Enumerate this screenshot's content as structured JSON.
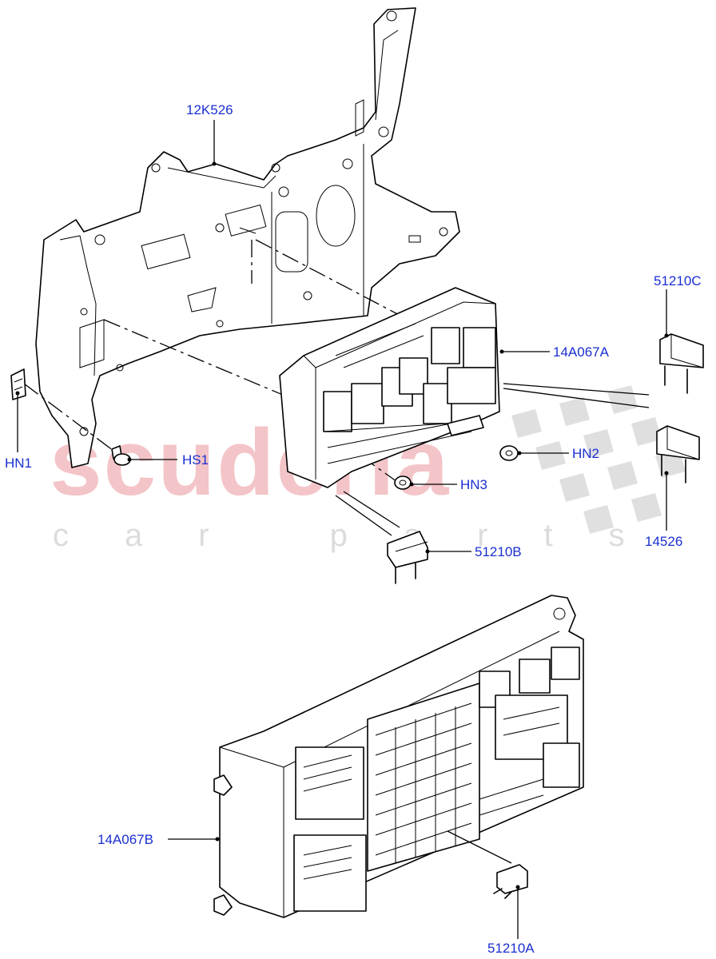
{
  "watermark": {
    "brand": "scuderia",
    "tagline": "car parts",
    "brand_color": "#f3c4c8",
    "check_color": "#d8d8d8"
  },
  "label_color": "#1a2fd0",
  "labels": {
    "bracket": "12K526",
    "fuse_box_upper": "14A067A",
    "fuse_box_lower": "14A067B",
    "fuse_c": "51210C",
    "fuse_b": "51210B",
    "fuse_a": "51210A",
    "relay": "14526",
    "nut_hn1": "HN1",
    "screw_hs1": "HS1",
    "nut_hn2": "HN2",
    "nut_hn3": "HN3"
  }
}
